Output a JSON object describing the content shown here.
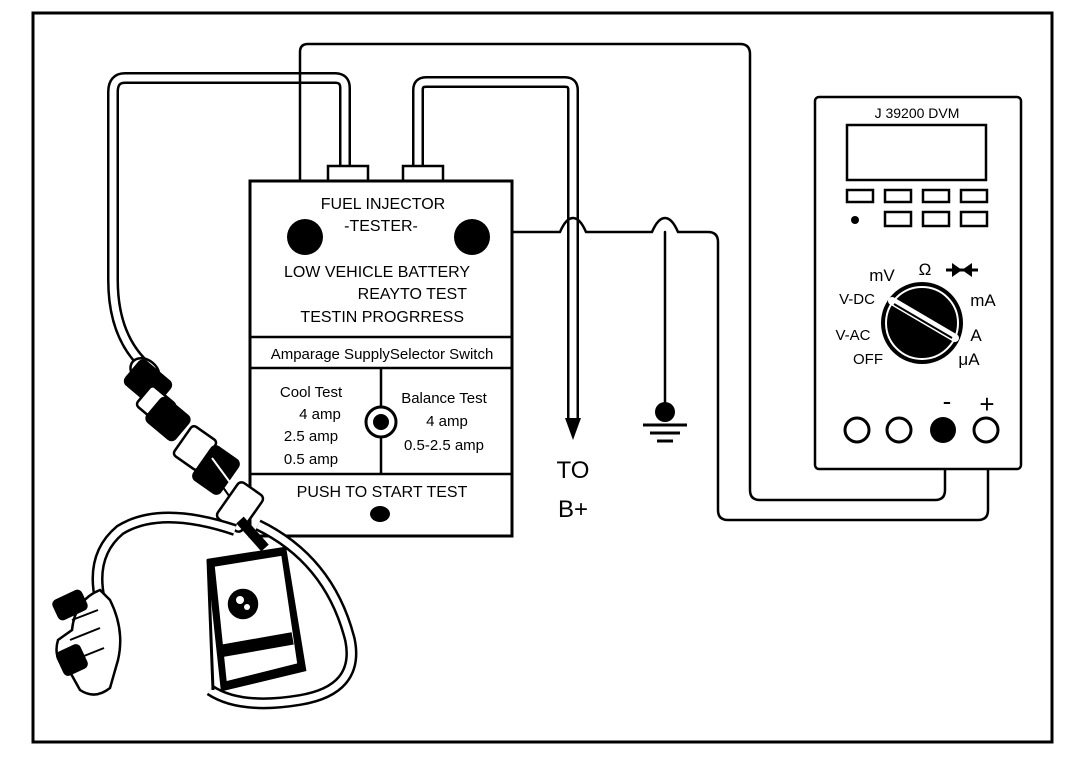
{
  "tester": {
    "title_line1": "FUEL INJECTOR",
    "title_line2": "-TESTER-",
    "status_low_battery": "LOW VEHICLE BATTERY",
    "status_ready": "REAYTO TEST",
    "status_in_progress": "TESTIN PROGRRESS",
    "selector_heading": "Amparage SupplySelector Switch",
    "cool_test_title": "Cool Test",
    "cool_test_values": [
      "4 amp",
      "2.5 amp",
      "0.5 amp"
    ],
    "balance_test_title": "Balance Test",
    "balance_test_values": [
      "4 amp",
      "0.5-2.5 amp"
    ],
    "push_to_start": "PUSH TO START TEST"
  },
  "dvm": {
    "model": "J 39200 DVM",
    "dial_labels": {
      "mv": "mV",
      "ohm": "Ω",
      "vdc": "V-DC",
      "ma": "mA",
      "vac": "V-AC",
      "a": "A",
      "off": "OFF",
      "ua": "μA"
    },
    "minus_label": "-",
    "plus_label": "+"
  },
  "supply": {
    "to_label": "TO",
    "bplus_label": "B+"
  },
  "colors": {
    "ink": "#000000",
    "paper": "#ffffff"
  }
}
